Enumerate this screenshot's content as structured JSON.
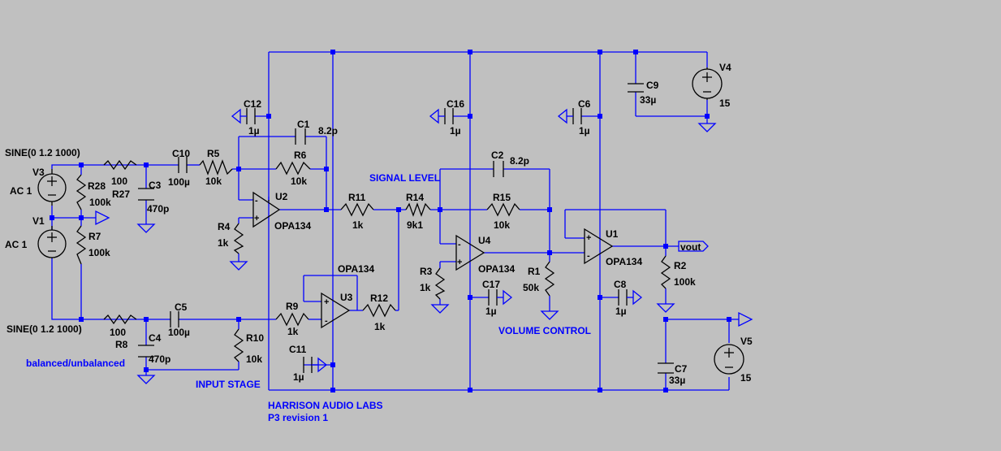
{
  "colors": {
    "background": "#c0c0c0",
    "wire": "#0000ff",
    "component": "#000000",
    "netlabel": "#0000ff"
  },
  "notes": {
    "signal_level": "SIGNAL LEVEL",
    "volume_control": "VOLUME CONTROL",
    "input_stage": "INPUT STAGE",
    "balanced": "balanced/unbalanced",
    "company": "HARRISON AUDIO LABS",
    "revision": "P3  revision 1"
  },
  "sources": {
    "v3": {
      "name": "V3",
      "value": "AC 1",
      "spec": "SINE(0 1.2 1000)"
    },
    "v1": {
      "name": "V1",
      "value": "AC 1",
      "spec": "SINE(0 1.2 1000)"
    },
    "v4": {
      "name": "V4",
      "value": "15"
    },
    "v5": {
      "name": "V5",
      "value": "15"
    }
  },
  "output_label": "vout",
  "resistors": {
    "r27": {
      "name": "R27",
      "value": "100"
    },
    "r28": {
      "name": "R28",
      "value": "100k"
    },
    "r7": {
      "name": "R7",
      "value": "100k"
    },
    "r8": {
      "name": "R8",
      "value": "100"
    },
    "r5": {
      "name": "R5",
      "value": "10k"
    },
    "r6": {
      "name": "R6",
      "value": "10k"
    },
    "r4": {
      "name": "R4",
      "value": "1k"
    },
    "r9": {
      "name": "R9",
      "value": "1k"
    },
    "r10": {
      "name": "R10",
      "value": "10k"
    },
    "r11": {
      "name": "R11",
      "value": "1k"
    },
    "r12": {
      "name": "R12",
      "value": "1k"
    },
    "r14": {
      "name": "R14",
      "value": "9k1"
    },
    "r15": {
      "name": "R15",
      "value": "10k"
    },
    "r3": {
      "name": "R3",
      "value": "1k"
    },
    "r1": {
      "name": "R1",
      "value": "50k"
    },
    "r2": {
      "name": "R2",
      "value": "100k"
    }
  },
  "capacitors": {
    "c3": {
      "name": "C3",
      "value": "470p"
    },
    "c4": {
      "name": "C4",
      "value": "470p"
    },
    "c10": {
      "name": "C10",
      "value": "100µ"
    },
    "c5": {
      "name": "C5",
      "value": "100µ"
    },
    "c12": {
      "name": "C12",
      "value": "1µ"
    },
    "c1": {
      "name": "C1",
      "value": "8.2p"
    },
    "c11": {
      "name": "C11",
      "value": "1µ"
    },
    "c16": {
      "name": "C16",
      "value": "1µ"
    },
    "c2": {
      "name": "C2",
      "value": "8.2p"
    },
    "c17": {
      "name": "C17",
      "value": "1µ"
    },
    "c6": {
      "name": "C6",
      "value": "1µ"
    },
    "c8": {
      "name": "C8",
      "value": "1µ"
    },
    "c9": {
      "name": "C9",
      "value": "33µ"
    },
    "c7": {
      "name": "C7",
      "value": "33µ"
    }
  },
  "opamps": {
    "u2": {
      "name": "U2",
      "model": "OPA134"
    },
    "u3": {
      "name": "U3",
      "model": "OPA134"
    },
    "u4": {
      "name": "U4",
      "model": "OPA134"
    },
    "u1": {
      "name": "U1",
      "model": "OPA134"
    }
  }
}
